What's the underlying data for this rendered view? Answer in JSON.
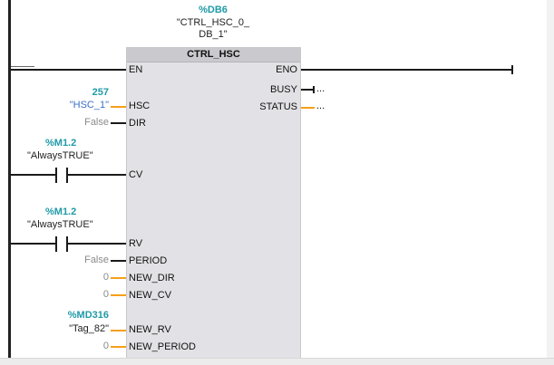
{
  "db": {
    "address": "%DB6",
    "name_line1": "\"CTRL_HSC_0_",
    "name_line2": "DB_1\""
  },
  "block": {
    "title": "CTRL_HSC"
  },
  "inputs": {
    "en": "EN",
    "hsc": {
      "pin": "HSC",
      "address": "257",
      "symbol": "\"HSC_1\""
    },
    "dir": {
      "pin": "DIR",
      "value": "False"
    },
    "cv": {
      "pin": "CV",
      "address": "%M1.2",
      "symbol": "\"AlwaysTRUE\""
    },
    "rv": {
      "pin": "RV",
      "address": "%M1.2",
      "symbol": "\"AlwaysTRUE\""
    },
    "period": {
      "pin": "PERIOD",
      "value": "False"
    },
    "new_dir": {
      "pin": "NEW_DIR",
      "value": "0"
    },
    "new_cv": {
      "pin": "NEW_CV",
      "value": "0"
    },
    "new_rv": {
      "pin": "NEW_RV",
      "address": "%MD316",
      "symbol": "\"Tag_82\""
    },
    "new_period": {
      "pin": "NEW_PERIOD",
      "value": "0"
    }
  },
  "outputs": {
    "eno": "ENO",
    "busy": {
      "pin": "BUSY",
      "value": "..."
    },
    "status": {
      "pin": "STATUS",
      "value": "..."
    }
  },
  "colors": {
    "address": "#1f9aa8",
    "int_wire": "#f5a01a",
    "bool_wire": "#1a1a1a",
    "block_body": "#e2e2e6",
    "block_header": "#c9c9ce"
  }
}
